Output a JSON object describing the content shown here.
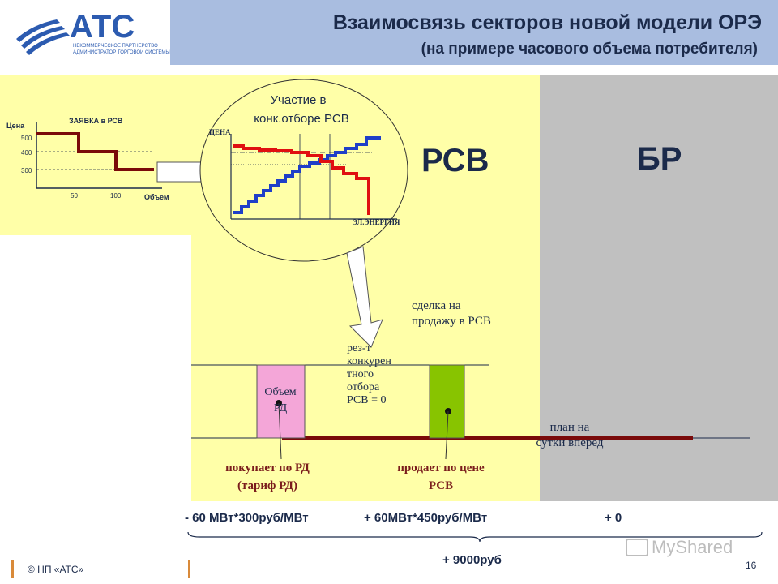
{
  "header": {
    "title": "Взаимосвязь секторов новой модели ОРЭ",
    "subtitle": "(на примере часового объема потребителя)",
    "logo_text": "АТС",
    "logo_caption_lines": [
      "НЕКОММЕРЧЕСКОЕ ПАРТНЕРСТВО",
      "АДМИНИСТРАТОР ТОРГОВОЙ СИСТЕМЫ"
    ]
  },
  "sectors": {
    "rsv": "РСВ",
    "br": "БР"
  },
  "bid_chart": {
    "title": "ЗАЯВКА в РСВ",
    "ylabel": "Цена",
    "xlabel": "Объем",
    "yticks": [
      "500",
      "400",
      "300"
    ],
    "xticks": [
      "50",
      "100"
    ]
  },
  "auction": {
    "label_line1": "Участие в",
    "label_line2": "конк.отборе РСВ",
    "ylabel": "ЦЕНА",
    "xlabel": "ЭЛ.ЭНЕРГИЯ"
  },
  "result": {
    "lines": [
      "рез-т",
      "конкурен",
      "тного",
      "отбора",
      "РСВ = 0"
    ]
  },
  "deal": {
    "lines": [
      "сделка на",
      "продажу в РСВ"
    ]
  },
  "plan": {
    "lines": [
      "план на",
      "сутки вперед"
    ]
  },
  "rd_box": {
    "lines": [
      "Объем",
      "РД"
    ]
  },
  "buys": {
    "lines": [
      "покупает по РД",
      "(тариф РД)"
    ]
  },
  "sells": {
    "lines": [
      "продает по цене",
      "РСВ"
    ]
  },
  "equation": {
    "term1": "- 60 МВт*300руб/МВт",
    "term2": "+ 60МВт*450руб/МВт",
    "term3": "+ 0",
    "total": "+ 9000руб"
  },
  "footer": {
    "copyright": "© НП «АТС»",
    "page": "16",
    "watermark": "MyShared"
  },
  "colors": {
    "header": "#a9bde0",
    "sector_yellow": "#ffffa8",
    "sector_grey": "#c0c0c0",
    "bid_line": "#7a0a0a",
    "supply": "#1f3fc8",
    "demand": "#e01010",
    "rd_box": "#f4a6d8",
    "sale_box": "#88c400",
    "text_dark": "#1b2a4a",
    "bottom_text": "#7a1c1c"
  }
}
